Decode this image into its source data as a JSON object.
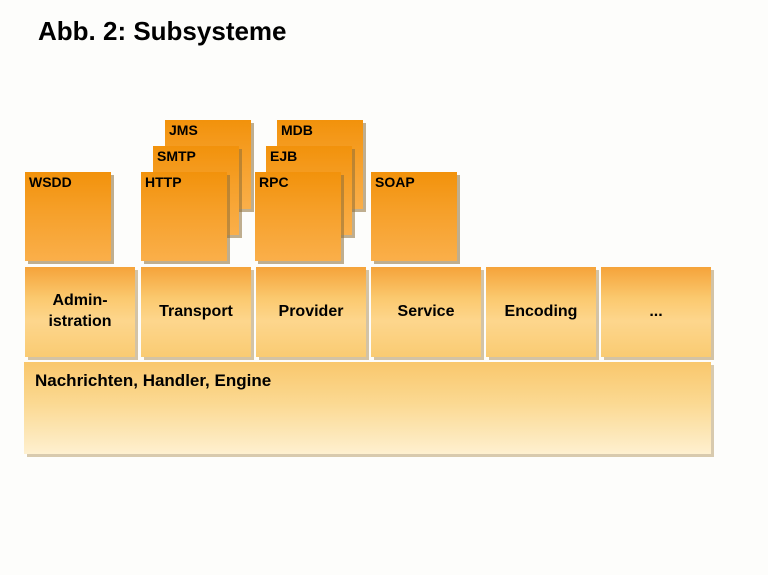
{
  "title": "Abb. 2: Subsysteme",
  "protocol_cards": {
    "wsdd": "WSDD",
    "http": "HTTP",
    "smtp": "SMTP",
    "jms": "JMS",
    "rpc": "RPC",
    "ejb": "EJB",
    "mdb": "MDB",
    "soap": "SOAP"
  },
  "subsystems": [
    {
      "label": "Admin-\nistration"
    },
    {
      "label": "Transport"
    },
    {
      "label": "Provider"
    },
    {
      "label": "Service"
    },
    {
      "label": "Encoding"
    },
    {
      "label": "..."
    }
  ],
  "base_bar": {
    "label": "Nachrichten, Handler, Engine"
  },
  "colors": {
    "card_gradient_top": "#F2920B",
    "card_gradient_bottom": "#FAAF4A",
    "subsystem_gradient_top": "#F5A33A",
    "subsystem_gradient_mid": "#FDD68D",
    "subsystem_gradient_bottom": "#FACB72",
    "bar_gradient_top": "#F9C76C",
    "bar_gradient_bottom": "#FEF0D0",
    "shadow": "rgba(140,110,55,0.55)",
    "text": "#000000",
    "background": "#FDFDFB"
  }
}
